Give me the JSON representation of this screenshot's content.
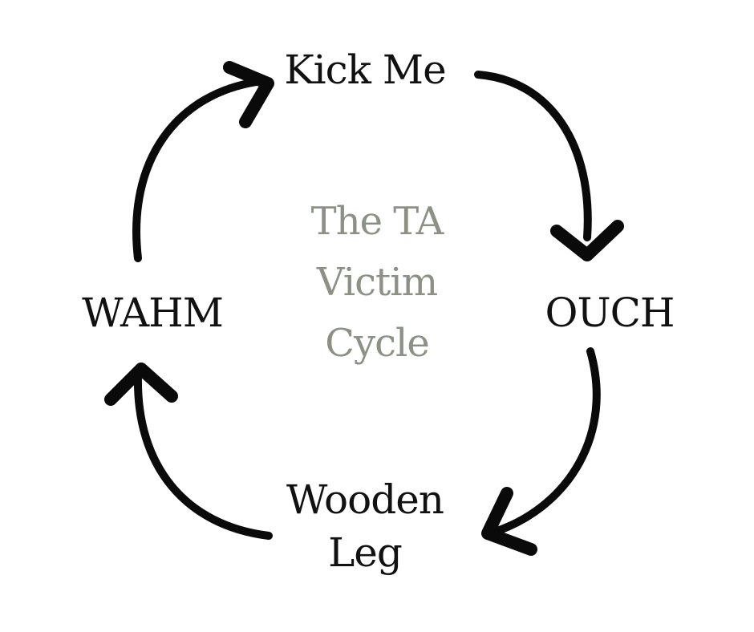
{
  "diagram": {
    "title_lines": [
      "The TA",
      "Victim",
      "Cycle"
    ],
    "nodes": [
      {
        "id": "kick",
        "lines": [
          "Kick Me"
        ]
      },
      {
        "id": "ouch",
        "lines": [
          "OUCH"
        ]
      },
      {
        "id": "wooden",
        "lines": [
          "Wooden",
          "Leg"
        ]
      },
      {
        "id": "wahm",
        "lines": [
          "WAHM"
        ]
      }
    ],
    "edges": [
      {
        "from": "Kick Me",
        "to": "OUCH"
      },
      {
        "from": "OUCH",
        "to": "Wooden Leg"
      },
      {
        "from": "Wooden Leg",
        "to": "WAHM"
      },
      {
        "from": "WAHM",
        "to": "Kick Me"
      }
    ],
    "colors": {
      "text": "#111111",
      "title": "#8c9186",
      "arrow": "#0a0a0a",
      "background": "#ffffff"
    }
  }
}
